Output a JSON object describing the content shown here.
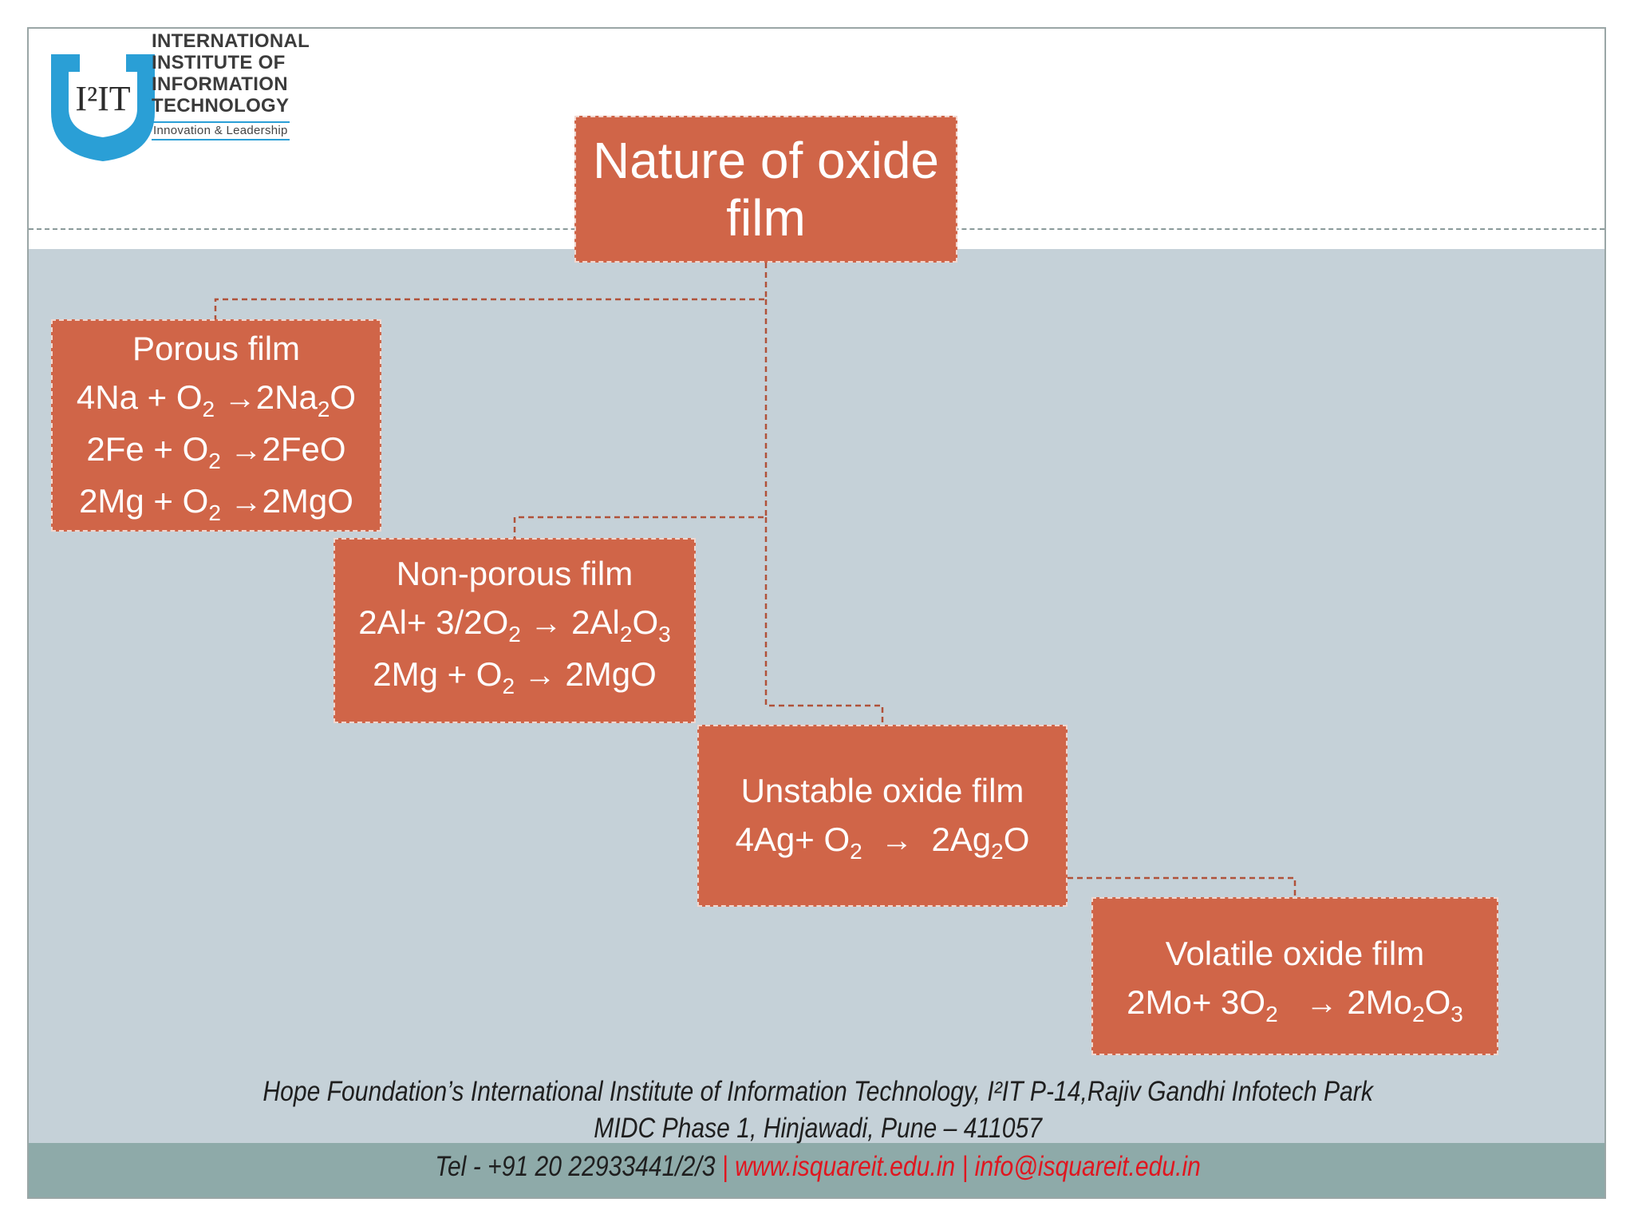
{
  "logo": {
    "mark": "I²IT",
    "lines": [
      "INTERNATIONAL",
      "INSTITUTE OF",
      "INFORMATION",
      "TECHNOLOGY"
    ],
    "tagline": "Innovation & Leadership"
  },
  "root": {
    "title_line1": "Nature of oxide",
    "title_line2": "film"
  },
  "porous": {
    "title": "Porous film",
    "eq1": {
      "lhs": "4Na + O",
      "lhs_sub": "2",
      "rhs": "2Na",
      "rhs_sub": "2",
      "rhs_tail": "O"
    },
    "eq2": {
      "lhs": "2Fe + O",
      "lhs_sub": "2",
      "rhs": "2FeO"
    },
    "eq3": {
      "lhs": "2Mg + O",
      "lhs_sub": "2",
      "rhs": "2MgO"
    }
  },
  "nonporous": {
    "title": "Non-porous film",
    "eq1": {
      "lhs": "2Al+ 3/2O",
      "lhs_sub": "2",
      "rhs": "2Al",
      "rhs_sub": "2",
      "rhs_mid": "O",
      "rhs_sub2": "3"
    },
    "eq2": {
      "lhs": "2Mg + O",
      "lhs_sub": "2",
      "rhs": "2MgO"
    }
  },
  "unstable": {
    "title": "Unstable oxide film",
    "eq1": {
      "lhs": "4Ag+ O",
      "lhs_sub": "2",
      "arrow": "→",
      "rhs": "2Ag",
      "rhs_sub": "2",
      "rhs_tail": "O"
    }
  },
  "volatile": {
    "title": "Volatile oxide film",
    "eq1": {
      "lhs": "2Mo+ 3O",
      "lhs_sub": "2",
      "arrow": "→",
      "rhs": "2Mo",
      "rhs_sub": "2",
      "rhs_mid": "O",
      "rhs_sub2": "3"
    }
  },
  "arrow_glyph": "→",
  "footer": {
    "line1": "Hope Foundation’s International Institute of Information Technology, I²IT P-14,Rajiv Gandhi Infotech Park",
    "line2": "MIDC Phase 1, Hinjawadi, Pune – 411057",
    "tel": "Tel - +91 20 22933441/2/3",
    "sep": " | ",
    "web": "www.isquareit.edu.in",
    "email": "info@isquareit.edu.in"
  },
  "colors": {
    "box": "#d06548",
    "connector": "#b0523a",
    "background": "#c5d1d8",
    "footer_band": "#8eaaa9",
    "logo_blue": "#2a9fd6",
    "link_red": "#e0161f"
  }
}
